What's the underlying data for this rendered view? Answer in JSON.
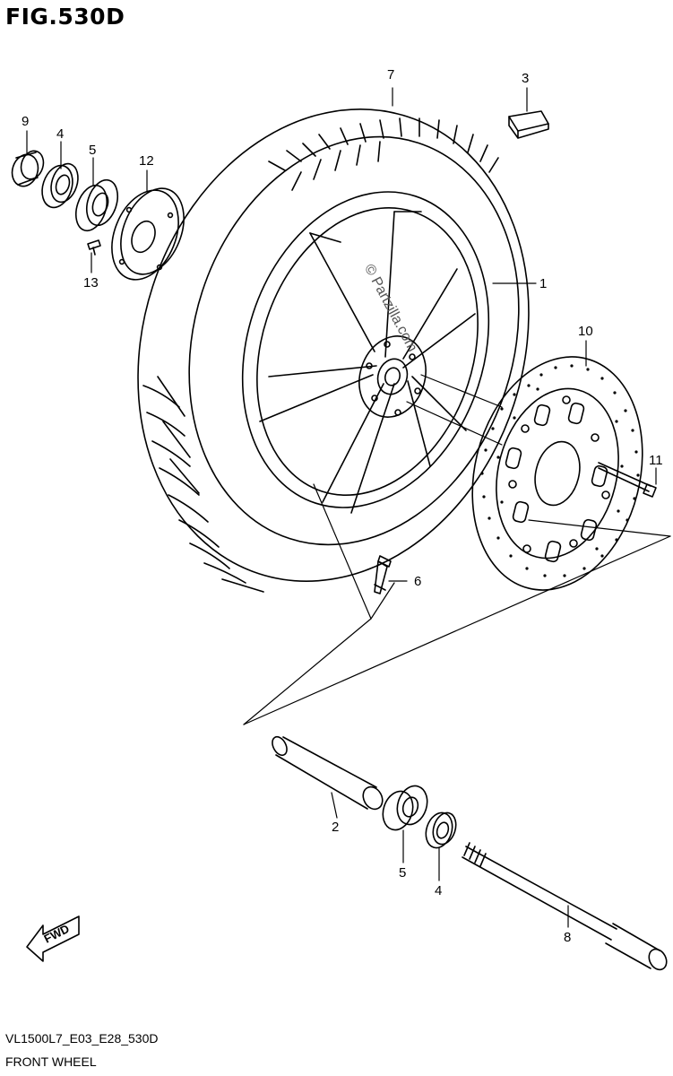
{
  "figure": {
    "title": "FIG.530D",
    "code": "VL1500L7_E03_E28_530D",
    "name": "FRONT WHEEL",
    "watermark": "© Partzilla.com",
    "fwd_label": "FWD"
  },
  "callouts": {
    "c1": "1",
    "c2": "2",
    "c3": "3",
    "c4a": "4",
    "c4b": "4",
    "c5a": "5",
    "c5b": "5",
    "c6": "6",
    "c7": "7",
    "c8": "8",
    "c9": "9",
    "c10": "10",
    "c11": "11",
    "c12": "12",
    "c13": "13"
  }
}
